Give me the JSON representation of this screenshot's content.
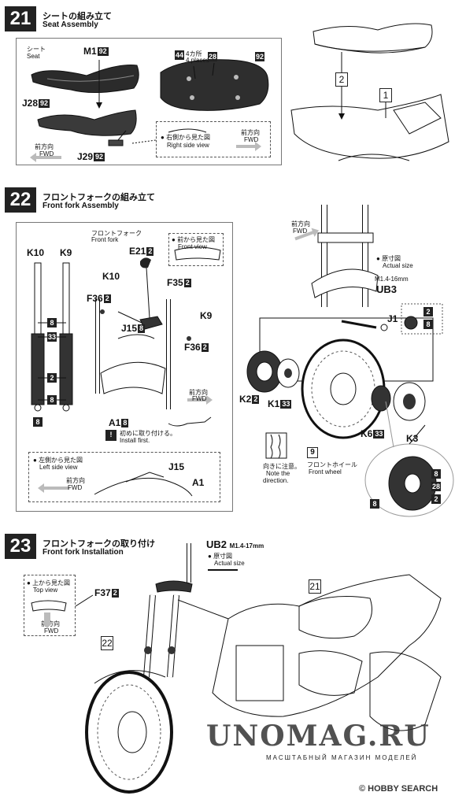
{
  "steps": [
    {
      "num": "21",
      "jp": "シートの組み立て",
      "en": "Seat Assembly"
    },
    {
      "num": "22",
      "jp": "フロントフォークの組み立て",
      "en": "Front fork Assembly"
    },
    {
      "num": "23",
      "jp": "フロントフォークの取り付け",
      "en": "Front fork Installation"
    }
  ],
  "s21": {
    "seat_jp": "シート",
    "seat_en": "Seat",
    "m1": "M1",
    "m1b": "92",
    "j28": "J28",
    "j28b": "92",
    "j29": "J29",
    "j29b": "92",
    "fwd_jp": "前方向",
    "fwd_en": "FWD",
    "count44": "44",
    "places_jp": "4カ所",
    "places_en": "4 places",
    "num28": "28",
    "num92": "92",
    "rsv_jp": "右側から見た図",
    "rsv_en": "Right side view",
    "fwd2_jp": "前方向",
    "fwd2_en": "FWD",
    "ref2": "2",
    "ref1": "1"
  },
  "s22": {
    "k10": "K10",
    "k9": "K9",
    "b8a": "8",
    "b33": "33",
    "b2": "2",
    "b8b": "8",
    "b8c": "8",
    "ff_jp": "フロントフォーク",
    "ff_en": "Front fork",
    "e21": "E21",
    "e21b": "2",
    "fv_jp": "前から見た図",
    "fv_en": "Front view",
    "k10b": "K10",
    "f35": "F35",
    "f35b": "2",
    "f36a": "F36",
    "f36ab": "2",
    "j15": "J15",
    "j15b": "8",
    "k9b": "K9",
    "f36b": "F36",
    "f36bb": "2",
    "fwd_jp": "前方向",
    "fwd_en": "FWD",
    "a1": "A1",
    "a1b": "8",
    "first_jp": "初めに取り付ける。",
    "first_en": "Install first.",
    "lsv_jp": "左側から見た図",
    "lsv_en": "Left side view",
    "fwd3_jp": "前方向",
    "fwd3_en": "FWD",
    "j15c": "J15",
    "a1c": "A1",
    "fwd4_jp": "前方向",
    "fwd4_en": "FWD",
    "actual_jp": "原寸図",
    "actual_en": "Actual size",
    "m14": "M1.4-16mm",
    "ub3": "UB3",
    "j1": "J1",
    "j1b2": "2",
    "j1b8": "8",
    "k2": "K2",
    "k2b": "2",
    "k1": "K1",
    "k1b": "33",
    "k6": "K6",
    "k6b": "33",
    "k3": "K3",
    "dir_jp": "向きに注意。",
    "dir_en1": "Note the",
    "dir_en2": "direction.",
    "w9": "9",
    "fw_jp": "フロントホイール",
    "fw_en": "Front wheel",
    "k3_8a": "8",
    "k3_28": "28",
    "k3_2": "2",
    "k3_8b": "8"
  },
  "s23": {
    "ub2": "UB2",
    "ub2size": "M1.4-17mm",
    "actual_jp": "原寸図",
    "actual_en": "Actual size",
    "tv_jp": "上から見た図",
    "tv_en": "Top view",
    "fwd_jp": "前方向",
    "fwd_en": "FWD",
    "f37": "F37",
    "f37b": "2",
    "ref21": "21",
    "ref22": "22"
  },
  "watermark": {
    "main": "UNOMAG.RU",
    "sub": "МАСШТАБНЫЙ МАГАЗИН МОДЕЛЕЙ",
    "credit": "© HOBBY SEARCH"
  }
}
